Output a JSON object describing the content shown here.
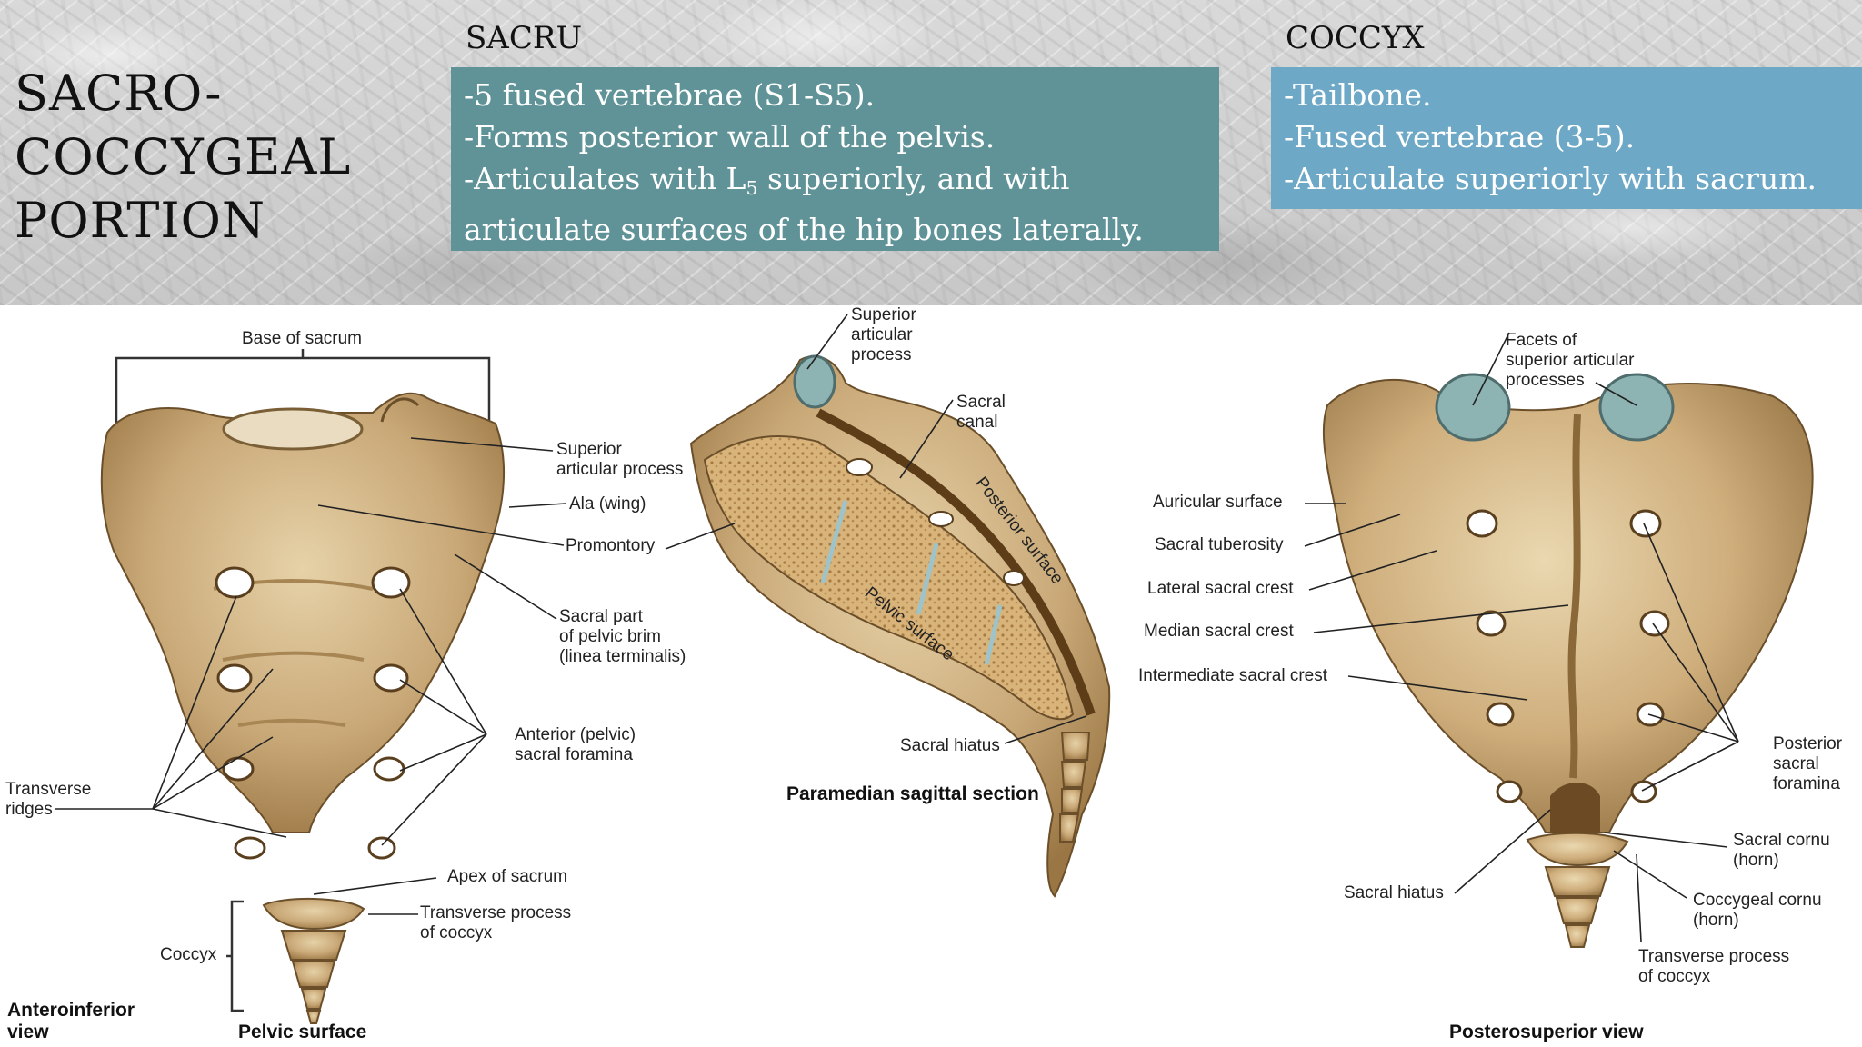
{
  "slide": {
    "title": "SACRO-\nCOCCYGEAL\nPORTION",
    "sacrum": {
      "heading": "SACRU",
      "lines": [
        "-5 fused vertebrae (S1-S5).",
        "-Forms posterior wall of the pelvis.",
        "-Articulates with L",
        "5",
        " superiorly, and with",
        "articulate surfaces of the hip bones laterally."
      ]
    },
    "coccyx": {
      "heading": "COCCYX",
      "lines": [
        "-Tailbone.",
        "-Fused vertebrae (3-5).",
        "-Articulate superiorly with sacrum."
      ]
    },
    "colors": {
      "sacrum_box": "#5f9398",
      "coccyx_box": "#6ea8c7",
      "bone": "#c9a877"
    }
  },
  "figure": {
    "anterior": {
      "labels": {
        "base_of_sacrum": "Base of sacrum",
        "superior_articular_process": "Superior\narticular process",
        "ala": "Ala (wing)",
        "promontory": "Promontory",
        "sacral_part_pelvic_brim": "Sacral part\nof pelvic brim\n(linea terminalis)",
        "anterior_sacral_foramina": "Anterior (pelvic)\nsacral foramina",
        "transverse_ridges": "Transverse\nridges",
        "apex_of_sacrum": "Apex of sacrum",
        "transverse_process_coccyx": "Transverse process\nof coccyx",
        "coccyx": "Coccyx",
        "view": "Anteroinferior\nview",
        "surface": "Pelvic surface"
      }
    },
    "sagittal": {
      "labels": {
        "superior_articular_process": "Superior\narticular\nprocess",
        "sacral_canal": "Sacral\ncanal",
        "posterior_surface": "Posterior surface",
        "pelvic_surface": "Pelvic surface",
        "sacral_hiatus": "Sacral hiatus",
        "section": "Paramedian sagittal section"
      }
    },
    "posterior": {
      "labels": {
        "facets": "Facets of\nsuperior articular\nprocesses",
        "auricular_surface": "Auricular surface",
        "sacral_tuberosity": "Sacral tuberosity",
        "lateral_sacral_crest": "Lateral sacral crest",
        "median_sacral_crest": "Median sacral crest",
        "intermediate_sacral_crest": "Intermediate sacral crest",
        "posterior_sacral_foramina": "Posterior\nsacral\nforamina",
        "sacral_cornu": "Sacral cornu\n(horn)",
        "sacral_hiatus": "Sacral hiatus",
        "coccygeal_cornu": "Coccygeal cornu\n(horn)",
        "transverse_process_coccyx": "Transverse process\nof coccyx",
        "view": "Posterosuperior view"
      }
    }
  }
}
